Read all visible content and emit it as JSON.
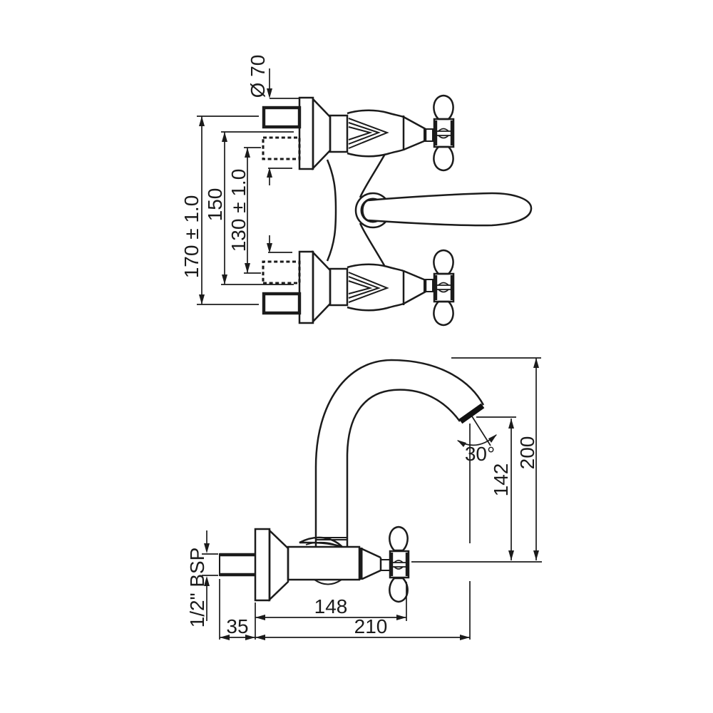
{
  "drawing": {
    "title": "wall-mounted-sink-mixer-dimension-drawing",
    "colors": {
      "line": "#1b1b1b",
      "background": "#ffffff"
    },
    "front_view": {
      "dim_flange_diameter": "Ø 70",
      "dim_centers_outer": "170 ± 1.0",
      "dim_span_mid": "150",
      "dim_centers_inner": "130 ± 1.0"
    },
    "side_view": {
      "dim_spout_angle": "30°",
      "dim_outlet_height": "142",
      "dim_overall_height": "200",
      "dim_inlet_thread": "1/2\" BSP",
      "dim_wall_offset": "35",
      "dim_handle_reach": "148",
      "dim_spout_reach": "210"
    }
  }
}
